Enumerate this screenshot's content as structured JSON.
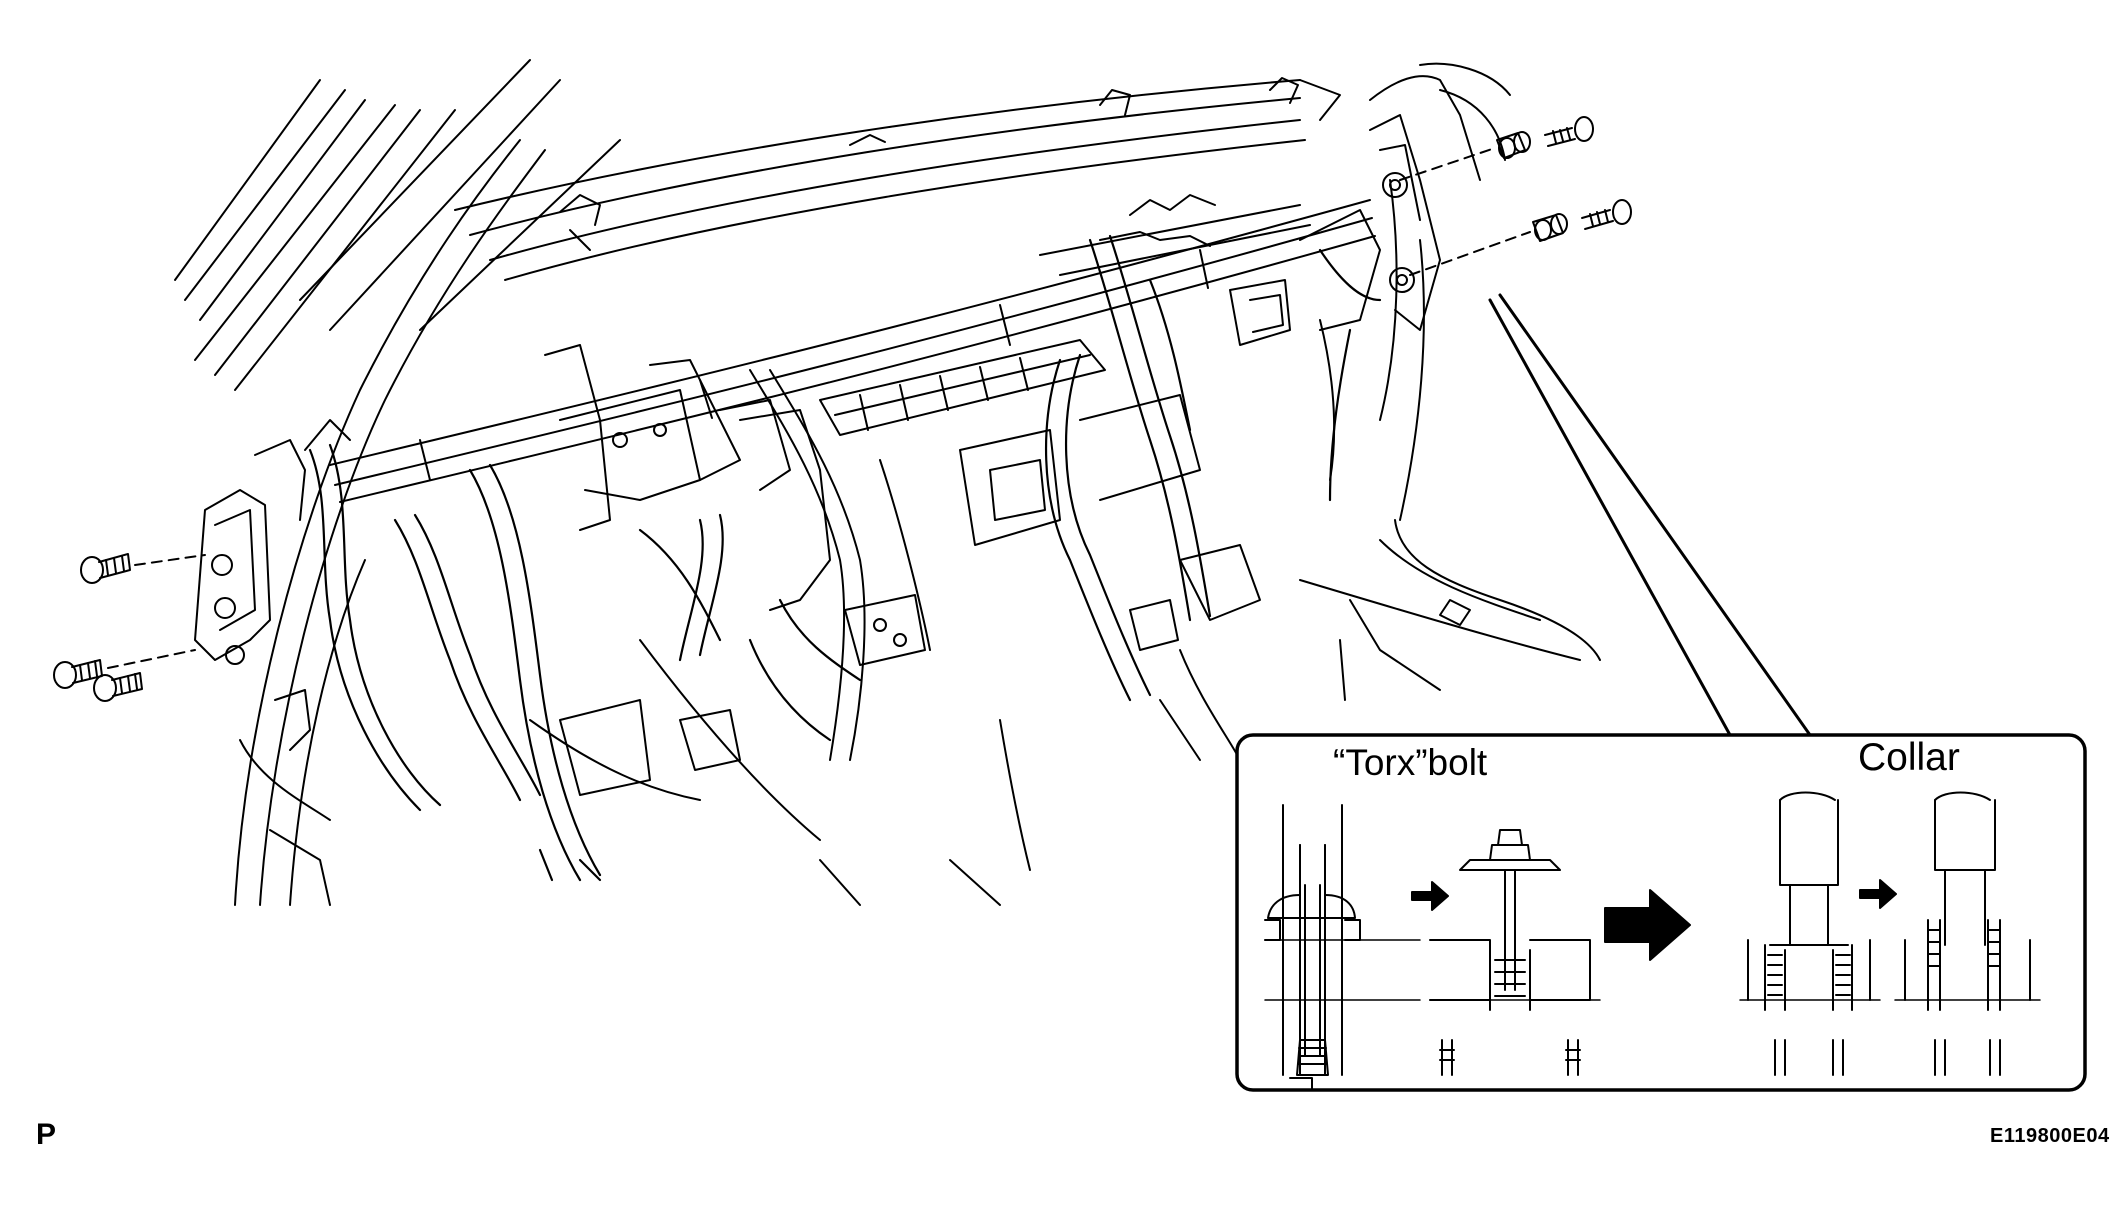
{
  "figure": {
    "page_code": "P",
    "figure_id": "E119800E04"
  },
  "inset": {
    "torx_label": "“Torx”bolt",
    "collar_label": "Collar"
  }
}
